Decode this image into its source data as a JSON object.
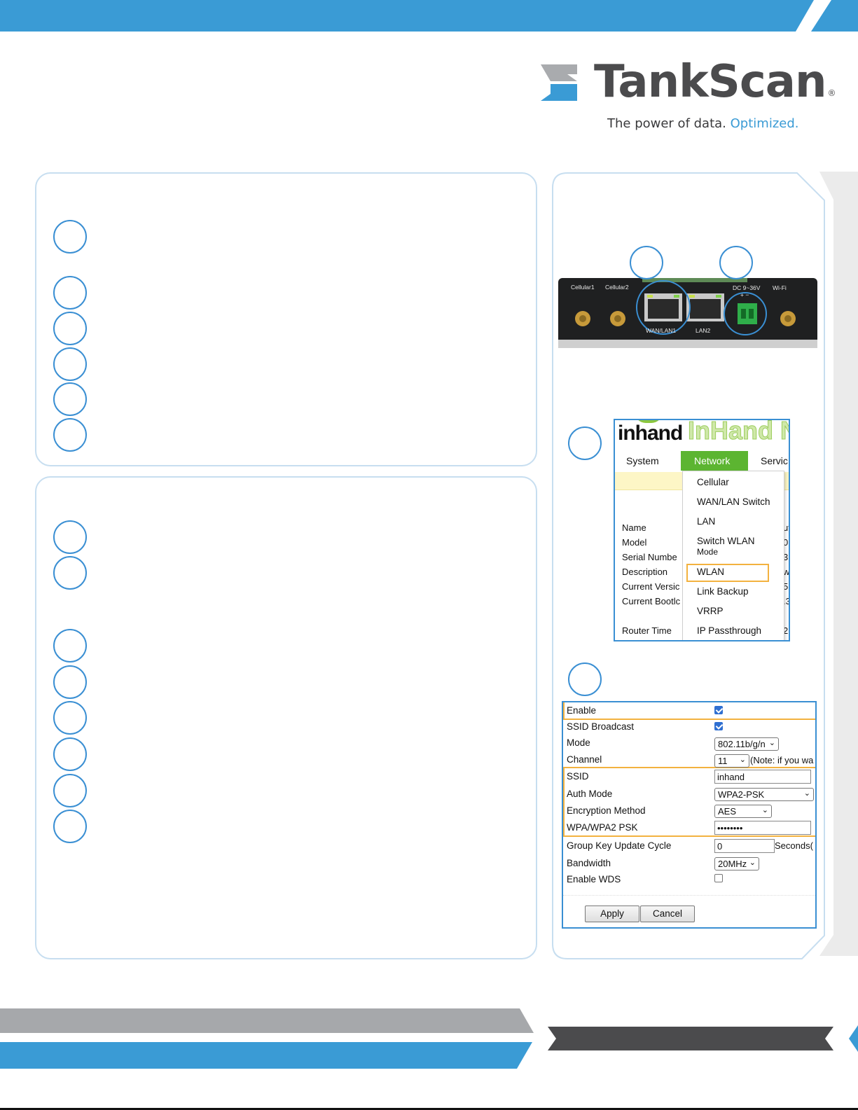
{
  "brand": {
    "name": "TankScan",
    "registered": "®",
    "tagline_main": "The power of data.",
    "tagline_accent": "Optimized.",
    "blue": "#3a9bd5",
    "grey": "#4b4b4d"
  },
  "router_photo": {
    "labels": {
      "cellular1": "Cellular1",
      "cellular2": "Cellular2",
      "dc": "DC 9~36V",
      "polarity": "+ −",
      "wifi": "Wi-Fi",
      "wan_lan1": "WAN/LAN1",
      "lan2": "LAN2"
    }
  },
  "menu_screenshot": {
    "logo": "inhand",
    "title": "InHand N",
    "nav": {
      "system": "System",
      "network": "Network",
      "services": "Servic"
    },
    "info_labels": [
      "Name",
      "Model",
      "Serial Numbe",
      "Description",
      "Current Versic",
      "Current Bootlc",
      "Router Time"
    ],
    "info_values": [
      "ut",
      "0",
      "3(",
      "w",
      "5",
      ".3",
      "2"
    ],
    "dropdown": {
      "cellular": "Cellular",
      "wan_lan_switch": "WAN/LAN Switch",
      "lan": "LAN",
      "switch_wlan": "Switch WLAN",
      "switch_wlan_mode": "Mode",
      "wlan": "WLAN",
      "link_backup": "Link Backup",
      "vrrp": "VRRP",
      "ip_passthrough": "IP Passthrough"
    }
  },
  "wlan_form": {
    "labels": {
      "enable": "Enable",
      "ssid_broadcast": "SSID Broadcast",
      "mode": "Mode",
      "channel": "Channel",
      "ssid": "SSID",
      "auth_mode": "Auth Mode",
      "encryption_method": "Encryption Method",
      "wpa_psk": "WPA/WPA2 PSK",
      "group_key": "Group Key Update Cycle",
      "bandwidth": "Bandwidth",
      "enable_wds": "Enable WDS"
    },
    "values": {
      "enable": true,
      "ssid_broadcast": true,
      "mode": "802.11b/g/n",
      "channel": "11",
      "channel_note": "(Note: if you wa",
      "ssid": "inhand",
      "auth_mode": "WPA2-PSK",
      "encryption_method": "AES",
      "wpa_psk": "••••••••",
      "group_key": "0",
      "group_key_unit": "Seconds(",
      "bandwidth": "20MHz",
      "enable_wds": false
    },
    "buttons": {
      "apply": "Apply",
      "cancel": "Cancel"
    },
    "chevron": "⌄"
  },
  "colors": {
    "panel_border": "#c7def0",
    "step_circle": "#3a8fd3",
    "highlight": "#f3b23f",
    "nav_active": "#5cb531",
    "bottom_grey": "#a6a8ab",
    "bottom_dark": "#4b4b4d"
  }
}
